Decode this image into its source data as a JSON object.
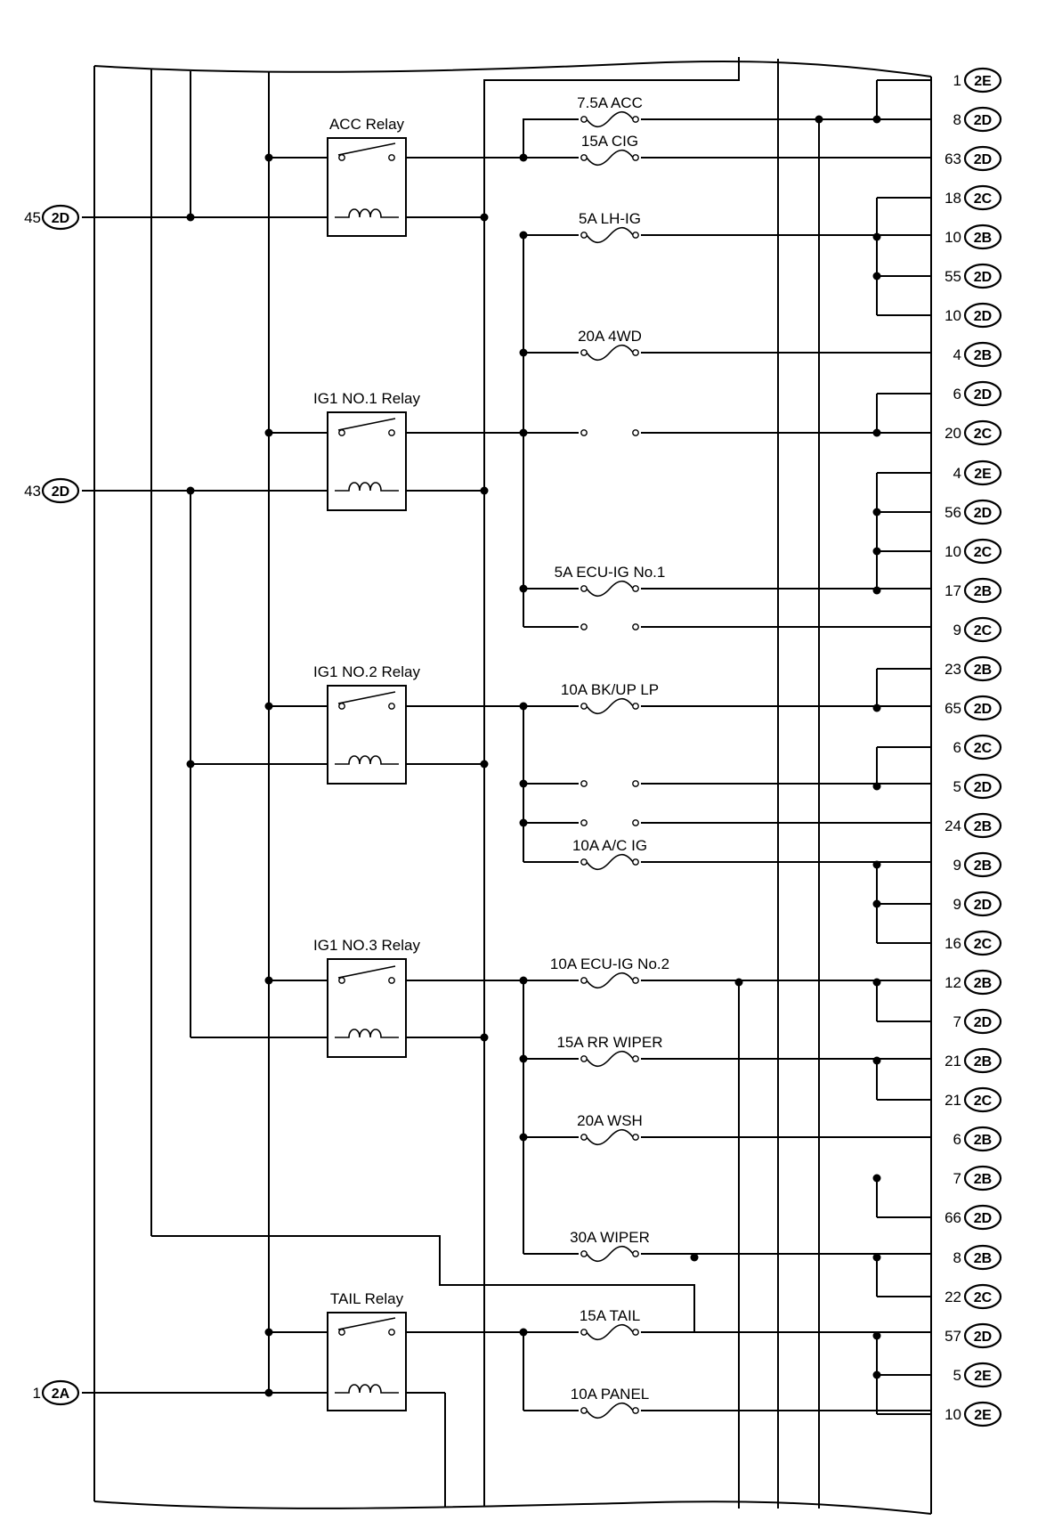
{
  "relays": [
    {
      "label": "ACC Relay",
      "id": "acc"
    },
    {
      "label": "IG1 NO.1 Relay",
      "id": "ig1-no1"
    },
    {
      "label": "IG1 NO.2 Relay",
      "id": "ig1-no2"
    },
    {
      "label": "IG1 NO.3 Relay",
      "id": "ig1-no3"
    },
    {
      "label": "TAIL Relay",
      "id": "tail"
    }
  ],
  "fuses": [
    {
      "label": "7.5A ACC"
    },
    {
      "label": "15A CIG"
    },
    {
      "label": "5A LH-IG"
    },
    {
      "label": "20A 4WD"
    },
    {
      "label": "5A ECU-IG No.1"
    },
    {
      "label": "10A BK/UP LP"
    },
    {
      "label": "10A A/C IG"
    },
    {
      "label": "10A ECU-IG No.2"
    },
    {
      "label": "15A RR WIPER"
    },
    {
      "label": "20A WSH"
    },
    {
      "label": "30A WIPER"
    },
    {
      "label": "15A TAIL"
    },
    {
      "label": "10A PANEL"
    }
  ],
  "left_connectors": [
    {
      "pin": "45",
      "connector": "2D"
    },
    {
      "pin": "43",
      "connector": "2D"
    },
    {
      "pin": "1",
      "connector": "2A"
    }
  ],
  "right_connectors": [
    {
      "pin": "1",
      "connector": "2E"
    },
    {
      "pin": "8",
      "connector": "2D"
    },
    {
      "pin": "63",
      "connector": "2D"
    },
    {
      "pin": "18",
      "connector": "2C"
    },
    {
      "pin": "10",
      "connector": "2B"
    },
    {
      "pin": "55",
      "connector": "2D"
    },
    {
      "pin": "10",
      "connector": "2D"
    },
    {
      "pin": "4",
      "connector": "2B"
    },
    {
      "pin": "6",
      "connector": "2D"
    },
    {
      "pin": "20",
      "connector": "2C"
    },
    {
      "pin": "4",
      "connector": "2E"
    },
    {
      "pin": "56",
      "connector": "2D"
    },
    {
      "pin": "10",
      "connector": "2C"
    },
    {
      "pin": "17",
      "connector": "2B"
    },
    {
      "pin": "9",
      "connector": "2C"
    },
    {
      "pin": "23",
      "connector": "2B"
    },
    {
      "pin": "65",
      "connector": "2D"
    },
    {
      "pin": "6",
      "connector": "2C"
    },
    {
      "pin": "5",
      "connector": "2D"
    },
    {
      "pin": "24",
      "connector": "2B"
    },
    {
      "pin": "9",
      "connector": "2B"
    },
    {
      "pin": "9",
      "connector": "2D"
    },
    {
      "pin": "16",
      "connector": "2C"
    },
    {
      "pin": "12",
      "connector": "2B"
    },
    {
      "pin": "7",
      "connector": "2D"
    },
    {
      "pin": "21",
      "connector": "2B"
    },
    {
      "pin": "21",
      "connector": "2C"
    },
    {
      "pin": "6",
      "connector": "2B"
    },
    {
      "pin": "7",
      "connector": "2B"
    },
    {
      "pin": "66",
      "connector": "2D"
    },
    {
      "pin": "8",
      "connector": "2B"
    },
    {
      "pin": "22",
      "connector": "2C"
    },
    {
      "pin": "57",
      "connector": "2D"
    },
    {
      "pin": "5",
      "connector": "2E"
    },
    {
      "pin": "10",
      "connector": "2E"
    }
  ]
}
